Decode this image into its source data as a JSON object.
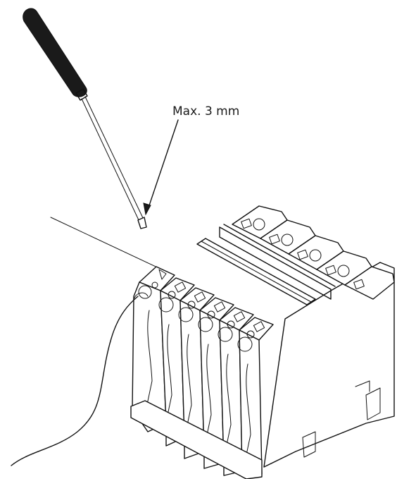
{
  "diagram": {
    "callout": {
      "label": "Max. 3 mm"
    },
    "terminal_block": {
      "front_module_count": 6,
      "rear_module_count": 5
    },
    "icons": {
      "tool": "screwdriver-icon",
      "part": "terminal-block-icon",
      "wire": "wire-icon"
    }
  }
}
